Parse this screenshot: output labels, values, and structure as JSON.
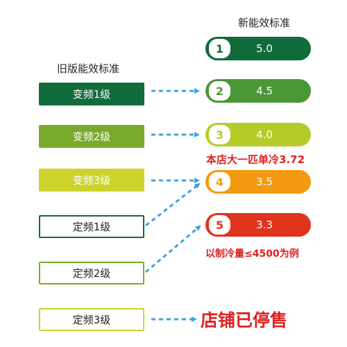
{
  "new_standard_title": "新能效标准",
  "old_standard_title": "旧版能效标准",
  "old_levels": [
    {
      "label": "变频1级",
      "color": "#116b3a",
      "style": "filled"
    },
    {
      "label": "变频2级",
      "color": "#7aaa2c",
      "style": "filled"
    },
    {
      "label": "变频3级",
      "color": "#ccd42b",
      "style": "filled"
    },
    {
      "label": "定频1级",
      "color": "#116b3a",
      "style": "outline"
    },
    {
      "label": "定频2级",
      "color": "#7aaa2c",
      "style": "outline"
    },
    {
      "label": "定频3级",
      "color": "#ccd42b",
      "style": "outline"
    }
  ],
  "new_levels": [
    {
      "grade": "1",
      "value": "5.0",
      "color": "#116b3a"
    },
    {
      "grade": "2",
      "value": "4.5",
      "color": "#4b9736"
    },
    {
      "grade": "3",
      "value": "4.0",
      "color": "#b5cc28"
    },
    {
      "grade": "4",
      "value": "3.5",
      "color": "#f39a11"
    },
    {
      "grade": "5",
      "value": "3.3",
      "color": "#e0341f"
    }
  ],
  "notes": {
    "promo": "本店大一匹单冷3.72",
    "example": "以制冷量≤4500为例",
    "stopped": "店铺已停售"
  },
  "arrow_color": "#3fa3dd"
}
